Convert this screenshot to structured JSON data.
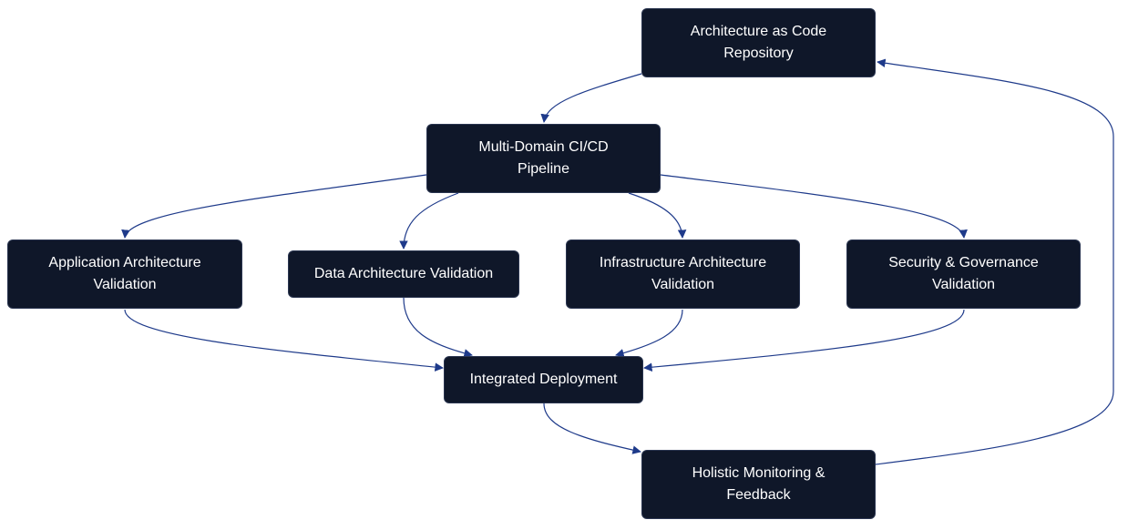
{
  "diagram": {
    "edge_color": "#1e3a8a",
    "node_color": "#0f1729",
    "text_color": "#ffffff",
    "nodes": {
      "repo": "Architecture as Code Repository",
      "pipeline": "Multi-Domain CI/CD Pipeline",
      "app": "Application Architecture Validation",
      "data": "Data Architecture Validation",
      "infra": "Infrastructure Architecture Validation",
      "security": "Security & Governance Validation",
      "deploy": "Integrated Deployment",
      "monitor": "Holistic Monitoring & Feedback"
    }
  }
}
